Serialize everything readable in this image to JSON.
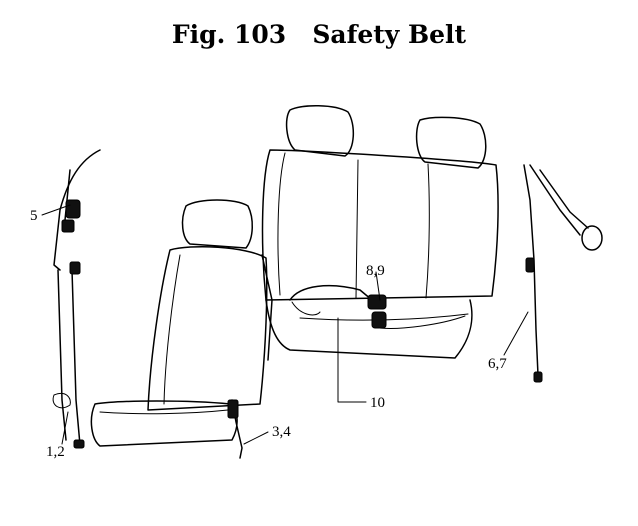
{
  "figure": {
    "number": "Fig. 103",
    "title": "Safety Belt"
  },
  "callouts": {
    "c1": "5",
    "c2": "8,9",
    "c3": "6,7",
    "c4": "10",
    "c5": "3,4",
    "c6": "1,2"
  }
}
